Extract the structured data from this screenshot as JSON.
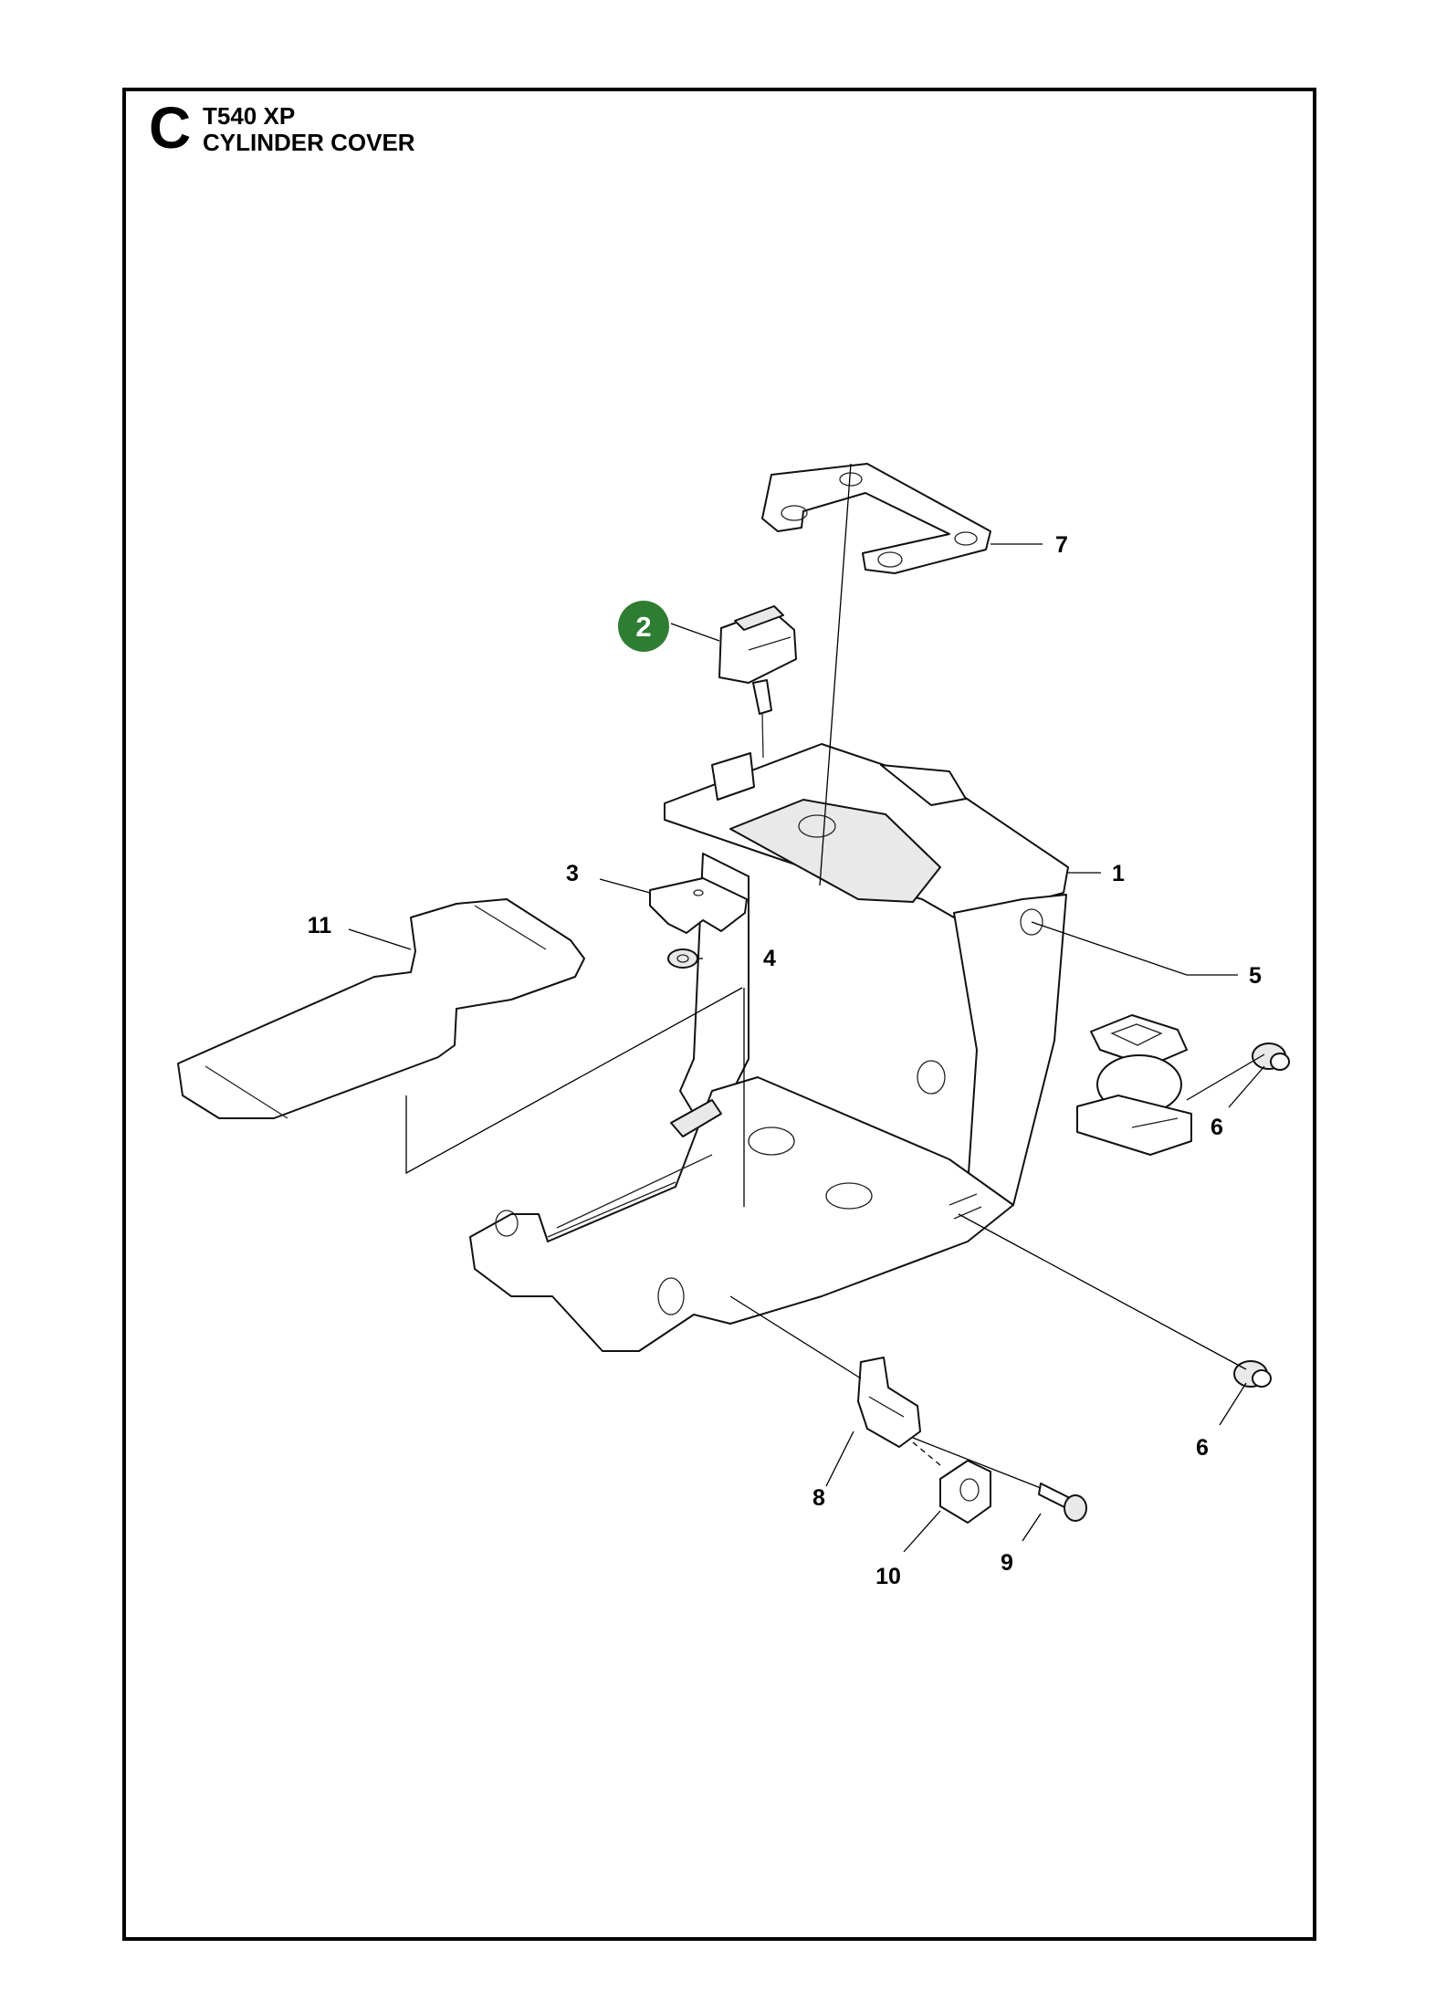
{
  "header": {
    "section_letter": "C",
    "model": "T540 XP",
    "title": "CYLINDER COVER"
  },
  "callouts": [
    {
      "id": "1",
      "label": "1"
    },
    {
      "id": "2",
      "label": "2",
      "highlight": true
    },
    {
      "id": "3",
      "label": "3"
    },
    {
      "id": "4",
      "label": "4"
    },
    {
      "id": "5",
      "label": "5"
    },
    {
      "id": "6a",
      "label": "6"
    },
    {
      "id": "6b",
      "label": "6"
    },
    {
      "id": "7",
      "label": "7"
    },
    {
      "id": "8",
      "label": "8"
    },
    {
      "id": "9",
      "label": "9"
    },
    {
      "id": "10",
      "label": "10"
    },
    {
      "id": "11",
      "label": "11"
    }
  ],
  "colors": {
    "highlight_badge": "#2e7d32",
    "frame": "#000000"
  }
}
